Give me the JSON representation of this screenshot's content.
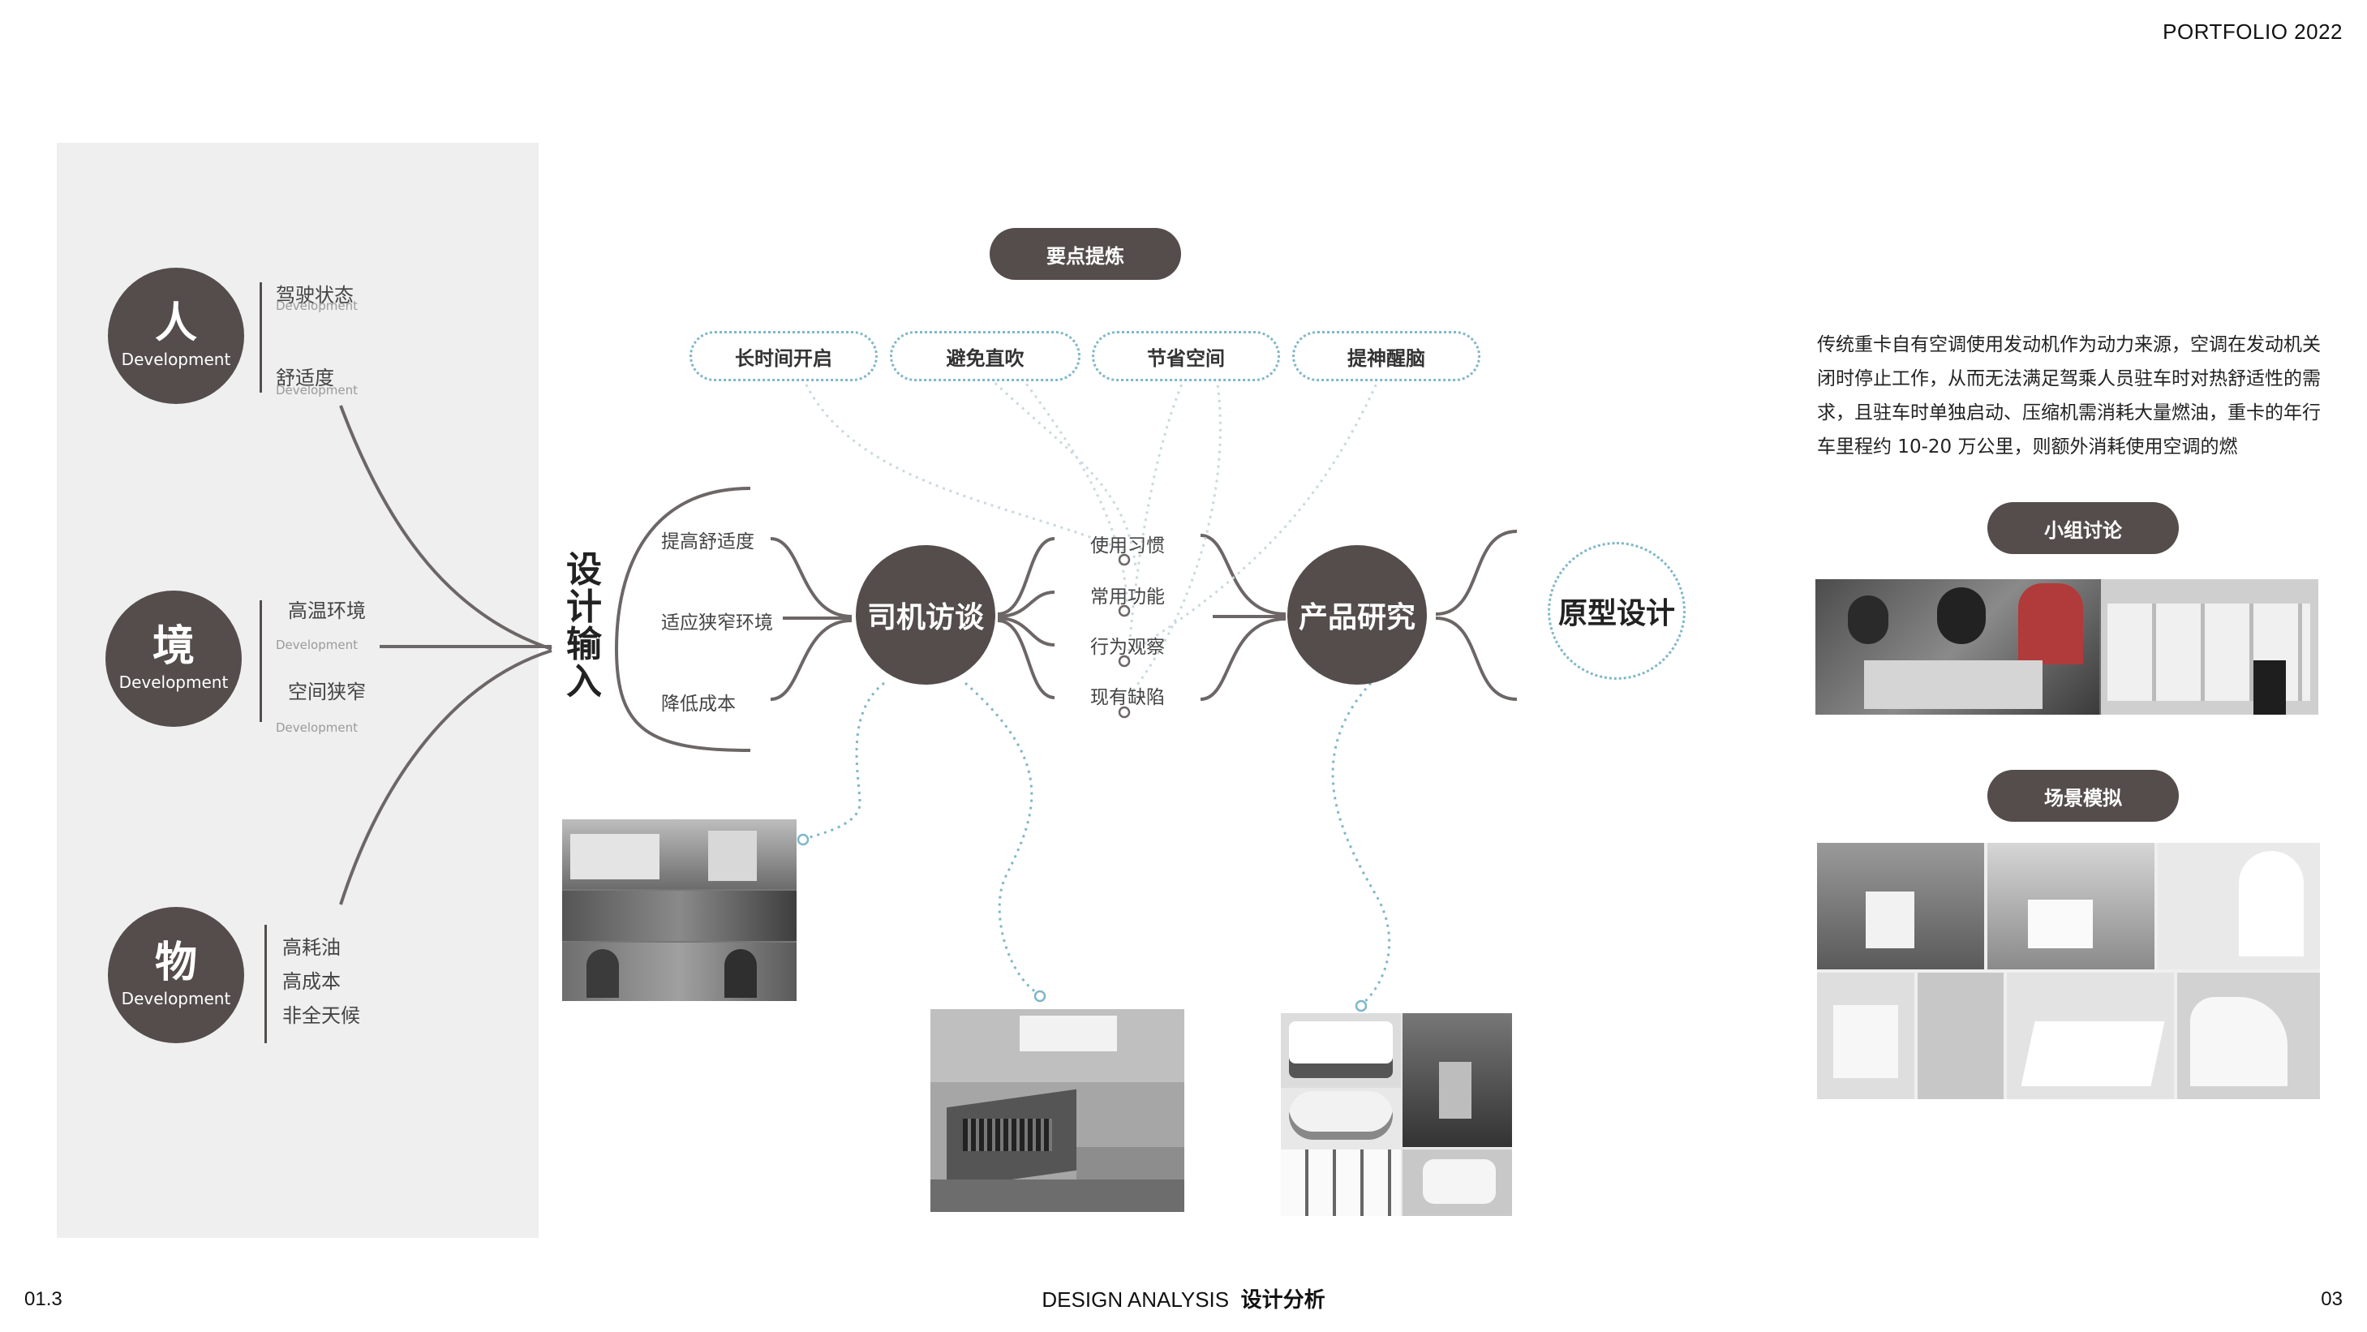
{
  "header": {
    "portfolio": "PORTFOLIO 2022"
  },
  "footer": {
    "page_left": "01.3",
    "section_en": "DESIGN ANALYSIS",
    "section_cn": "设计分析",
    "page_right": "03"
  },
  "categories": [
    {
      "char": "人",
      "sub": "Development",
      "items": [
        {
          "label": "驾驶状态",
          "note": "Development"
        },
        {
          "label": "舒适度",
          "note": "Development"
        }
      ]
    },
    {
      "char": "境",
      "sub": "Development",
      "items": [
        {
          "label": "高温环境",
          "note": "Development"
        },
        {
          "label": "空间狭窄",
          "note": "Development"
        }
      ]
    },
    {
      "char": "物",
      "sub": "Development",
      "items": [
        {
          "label": "高耗油"
        },
        {
          "label": "高成本"
        },
        {
          "label": "非全天候"
        }
      ]
    }
  ],
  "design_input": {
    "title": "设计输入"
  },
  "input_branches": [
    "提高舒适度",
    "适应狭窄环境",
    "降低成本"
  ],
  "key_points": {
    "title": "要点提炼",
    "items": [
      "长时间开启",
      "避免直吹",
      "节省空间",
      "提神醒脑"
    ]
  },
  "nodes": {
    "interview": "司机访谈",
    "research": "产品研究",
    "prototype": "原型设计"
  },
  "interview_branches": [
    "使用习惯",
    "常用功能",
    "行为观察",
    "现有缺陷"
  ],
  "description": "传统重卡自有空调使用发动机作为动力来源，空调在发动机关闭时停止工作，从而无法满足驾乘人员驻车时对热舒适性的需求，且驻车时单独启动、压缩机需消耗大量燃油，重卡的年行车里程约 10-20 万公里，则额外消耗使用空调的燃",
  "sections": {
    "group_discussion": "小组讨论",
    "scene_simulation": "场景模拟"
  },
  "colors": {
    "dark": "#544d4c",
    "accent_dotted": "#7fb7c9",
    "panel": "#efefef"
  }
}
